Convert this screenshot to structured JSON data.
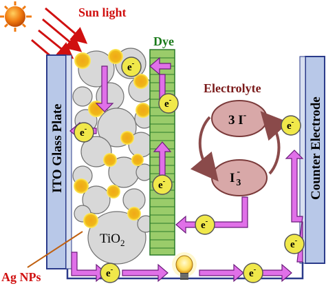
{
  "labels": {
    "sunlight": "Sun light",
    "dye": "Dye",
    "electrolyte": "Electrolyte",
    "ito": "ITO Glass Plate",
    "counter": "Counter Electrode",
    "tio2_main": "TiO",
    "tio2_sub": "2",
    "ag": "Ag NPs",
    "ion_top": "3 I",
    "ion_top_sup": "-",
    "ion_bottom": "I",
    "ion_bottom_sub": "3",
    "ion_bottom_sup": "-",
    "electron": "e",
    "electron_sup": "-"
  },
  "colors": {
    "sun": "#f07a10",
    "sun_ray": "#d01010",
    "plate_fill": "#b8c8e8",
    "plate_stroke": "#2a3a8a",
    "dye_fill": "#9acc6a",
    "dye_stroke": "#2a7a2a",
    "electron_fill": "#f0e84a",
    "flow_arrow": "#e070e8",
    "flow_stroke": "#6a1a7a",
    "ion_fill": "#d8a8a8",
    "ion_stroke": "#7a3a3a",
    "particle_fill": "#d8d8d8",
    "nanoparticle_fill": "#f0b818"
  }
}
